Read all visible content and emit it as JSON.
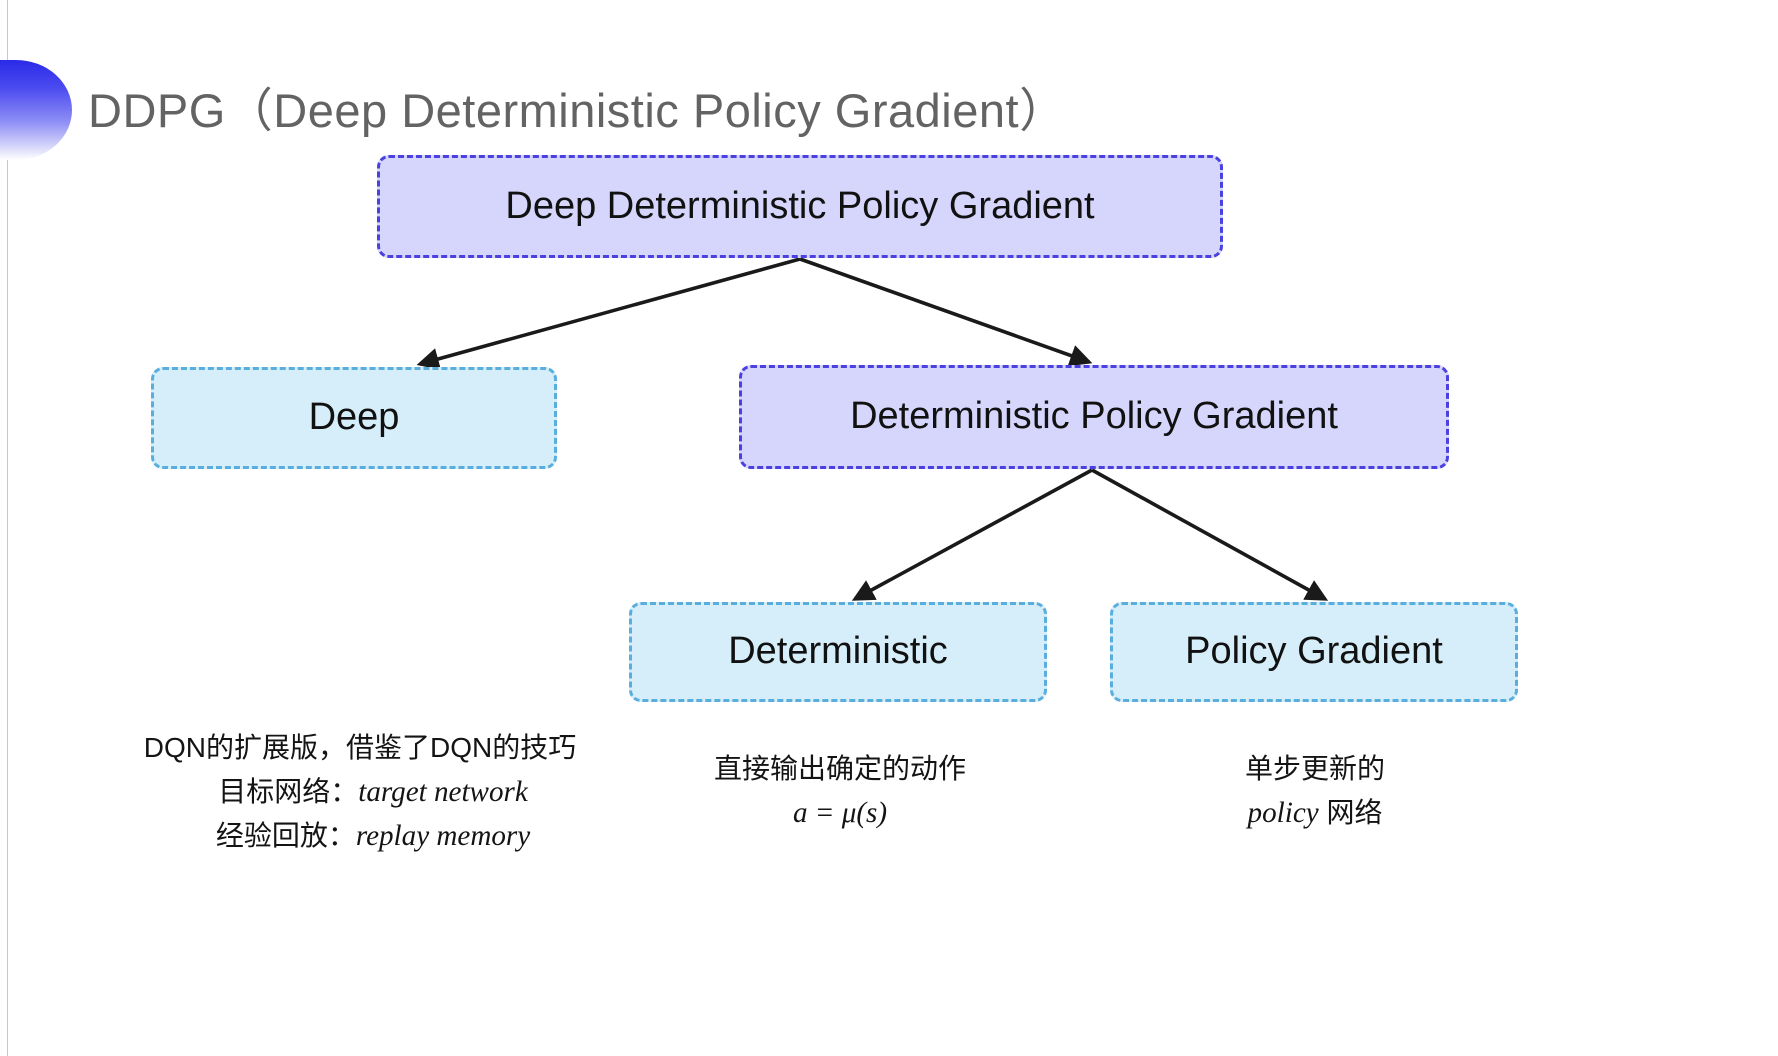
{
  "slide": {
    "title": "DDPG（Deep Deterministic Policy Gradient）",
    "background_color": "#ffffff",
    "title_color": "#636363",
    "decor": {
      "name": "half-circle-gradient",
      "from": "#2a2ae8",
      "to": "#ffffff"
    }
  },
  "diagram": {
    "type": "tree",
    "nodes": [
      {
        "id": "root",
        "label": "Deep Deterministic Policy Gradient",
        "level": 0,
        "fill": "#d6d5fb",
        "border": "#4a41e0",
        "style": "dashed"
      },
      {
        "id": "deep",
        "label": "Deep",
        "level": 1,
        "fill": "#d6eefa",
        "border": "#5aaede",
        "style": "dashed"
      },
      {
        "id": "dpg",
        "label": "Deterministic Policy Gradient",
        "level": 1,
        "fill": "#d6d5fb",
        "border": "#4a41e0",
        "style": "dashed"
      },
      {
        "id": "det",
        "label": "Deterministic",
        "level": 2,
        "fill": "#d6eefa",
        "border": "#5aaede",
        "style": "dashed"
      },
      {
        "id": "pg",
        "label": "Policy Gradient",
        "level": 2,
        "fill": "#d6eefa",
        "border": "#5aaede",
        "style": "dashed"
      }
    ],
    "edges": [
      {
        "from": "root",
        "to": "deep",
        "arrow": true
      },
      {
        "from": "root",
        "to": "dpg",
        "arrow": true
      },
      {
        "from": "dpg",
        "to": "det",
        "arrow": true
      },
      {
        "from": "dpg",
        "to": "pg",
        "arrow": true
      }
    ],
    "edge_color": "#1a1a1a"
  },
  "captions": {
    "deep": {
      "line1": "DQN的扩展版，借鉴了DQN的技巧",
      "line2_label": "目标网络：",
      "line2_term": "target network",
      "line3_label": "经验回放：",
      "line3_term": "replay memory"
    },
    "deterministic": {
      "line1": "直接输出确定的动作",
      "formula": "a = μ(s)"
    },
    "policy_gradient": {
      "line1": "单步更新的",
      "line2_term": "policy",
      "line2_rest": " 网络"
    }
  }
}
